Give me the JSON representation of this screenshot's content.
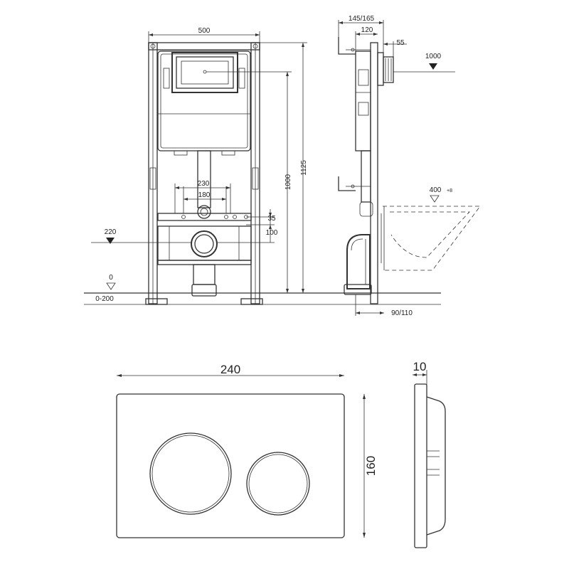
{
  "front_view": {
    "width_label": "500",
    "height_1125": "1125",
    "height_1000": "1000",
    "pipe_230": "230",
    "pipe_180": "180",
    "dim_35": "35",
    "dim_100": "100",
    "level_220": "220",
    "level_0": "0",
    "level_range": "0-200"
  },
  "side_view": {
    "depth_label": "145/165",
    "dim_120": "120",
    "dim_55": "55",
    "level_1000": "1000",
    "level_400": "400",
    "level_400_suffix": "+8",
    "bottom_label": "90/110"
  },
  "flush_plate": {
    "width_label": "240",
    "height_label": "160",
    "depth_label": "10"
  }
}
